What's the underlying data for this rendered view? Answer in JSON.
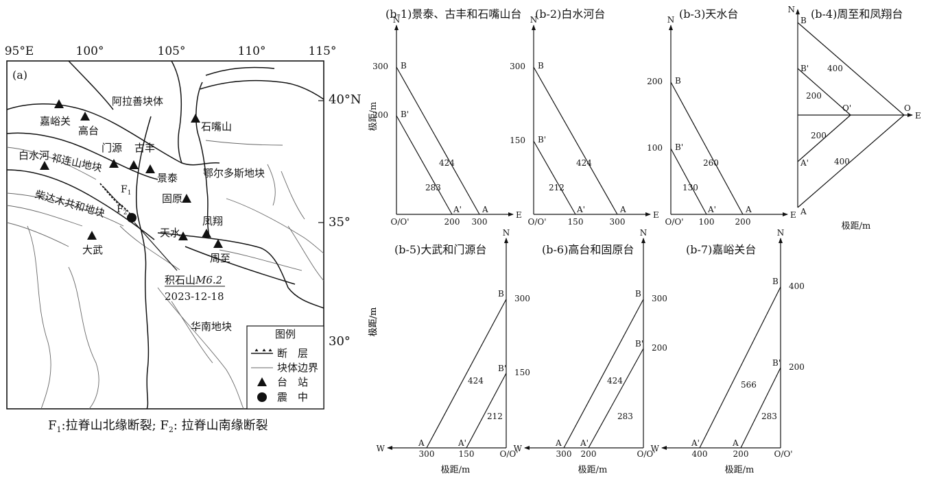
{
  "map": {
    "panel_label": "(a)",
    "lon_labels": [
      "95°E",
      "100°",
      "105°",
      "110°",
      "115°"
    ],
    "lat_labels": [
      "40°N",
      "35°",
      "30°"
    ],
    "regions": [
      "阿拉善块体",
      "祁连山地块",
      "柴达木共和地块",
      "鄂尔多斯地块",
      "华南地块"
    ],
    "stations": [
      "嘉峪关",
      "高台",
      "白水河",
      "门源",
      "古丰",
      "景泰",
      "石嘴山",
      "固原",
      "天水",
      "凤翔",
      "周至",
      "大武"
    ],
    "faults": [
      "F1",
      "F2"
    ],
    "earthquake": {
      "name": "积石山",
      "magnitude": "M6.2",
      "date": "2023-12-18"
    },
    "legend": {
      "title": "图例",
      "items": [
        {
          "label": "断　层",
          "symbol": "fault"
        },
        {
          "label": "块体边界",
          "symbol": "boundary"
        },
        {
          "label": "台　站",
          "symbol": "station"
        },
        {
          "label": "震　中",
          "symbol": "epicenter"
        }
      ]
    },
    "caption": "F1:拉脊山北缘断裂; F2: 拉脊山南缘断裂"
  },
  "station_diagrams": [
    {
      "id": "b-1",
      "title": "(b-1)景泰、古丰和石嘴山台",
      "orientation": "NE",
      "axis_label": "极距/m",
      "north_label": "N",
      "east_label": "E",
      "origin_label": "O/O'",
      "tick_labels": [
        "300",
        "200",
        "200",
        "300"
      ],
      "points": [
        "B",
        "B'",
        "A'",
        "A"
      ],
      "line_lengths": [
        "424",
        "283"
      ]
    },
    {
      "id": "b-2",
      "title": "(b-2)白水河台",
      "orientation": "NE",
      "north_label": "N",
      "east_label": "E",
      "origin_label": "O/O'",
      "tick_labels": [
        "300",
        "150",
        "150",
        "300"
      ],
      "points": [
        "B",
        "B'",
        "A'",
        "A"
      ],
      "line_lengths": [
        "424",
        "212"
      ]
    },
    {
      "id": "b-3",
      "title": "(b-3)天水台",
      "orientation": "NE",
      "north_label": "N",
      "east_label": "E",
      "origin_label": "O/O'",
      "tick_labels": [
        "200",
        "100",
        "100",
        "200"
      ],
      "points": [
        "B",
        "B'",
        "A'",
        "A"
      ],
      "line_lengths": [
        "260",
        "130"
      ]
    },
    {
      "id": "b-4",
      "title": "(b-4)周至和凤翔台",
      "orientation": "diamond",
      "axis_label": "极距/m",
      "north_label": "N",
      "east_label": "E",
      "points": [
        "B",
        "B'",
        "O'",
        "O",
        "A'",
        "A"
      ],
      "line_lengths": [
        "400",
        "200",
        "200",
        "400"
      ]
    },
    {
      "id": "b-5",
      "title": "(b-5)大武和门源台",
      "orientation": "NW",
      "axis_label": "极距/m",
      "north_label": "N",
      "west_label": "W",
      "origin_label": "O/O'",
      "tick_labels": [
        "300",
        "150",
        "300",
        "150"
      ],
      "points": [
        "B",
        "B'",
        "A",
        "A'"
      ],
      "line_lengths": [
        "424",
        "212"
      ]
    },
    {
      "id": "b-6",
      "title": "(b-6)高台和固原台",
      "orientation": "NW",
      "axis_label": "极距/m",
      "north_label": "N",
      "west_label": "W",
      "origin_label": "O/O'",
      "tick_labels": [
        "300",
        "200",
        "300",
        "200"
      ],
      "points": [
        "B",
        "B'",
        "A",
        "A'"
      ],
      "line_lengths": [
        "424",
        "283"
      ]
    },
    {
      "id": "b-7",
      "title": "(b-7)嘉峪关台",
      "orientation": "NW",
      "axis_label": "极距/m",
      "north_label": "N",
      "west_label": "W",
      "origin_label": "O/O'",
      "tick_labels": [
        "400",
        "200",
        "400",
        "200"
      ],
      "points": [
        "B",
        "B'",
        "A'",
        "A"
      ],
      "line_lengths": [
        "566",
        "283"
      ]
    }
  ]
}
